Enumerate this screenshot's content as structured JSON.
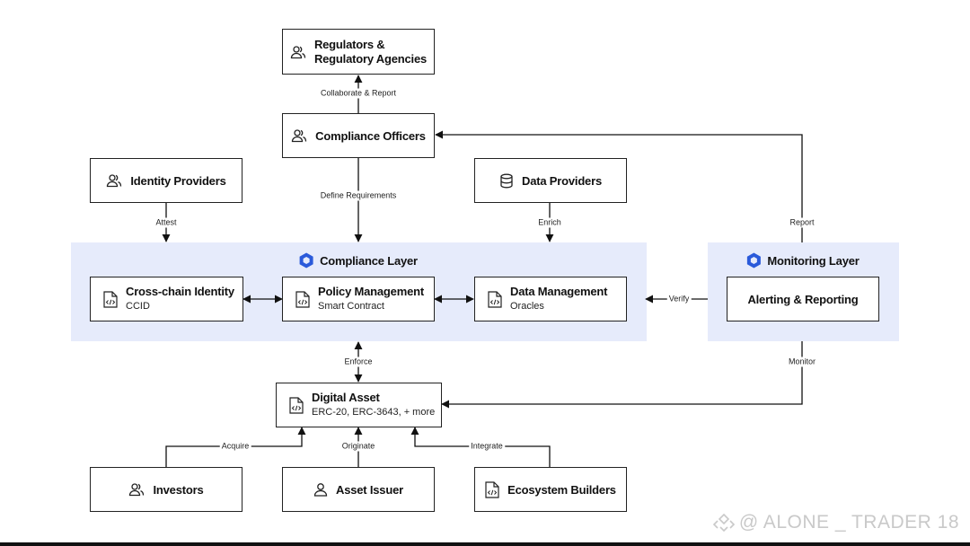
{
  "nodes": {
    "regulators": {
      "line1": "Regulators &",
      "line2": "Regulatory Agencies",
      "icon": "users-icon"
    },
    "compliance_officers": {
      "label": "Compliance Officers",
      "icon": "users-icon"
    },
    "identity_providers": {
      "label": "Identity Providers",
      "icon": "users-icon"
    },
    "data_providers": {
      "label": "Data Providers",
      "icon": "database-icon"
    },
    "cross_chain_identity": {
      "title": "Cross-chain Identity",
      "subtitle": "CCID",
      "icon": "code-file-icon"
    },
    "policy_management": {
      "title": "Policy Management",
      "subtitle": "Smart Contract",
      "icon": "code-file-icon"
    },
    "data_management": {
      "title": "Data Management",
      "subtitle": "Oracles",
      "icon": "code-file-icon"
    },
    "alerting_reporting": {
      "label": "Alerting & Reporting"
    },
    "digital_asset": {
      "title": "Digital Asset",
      "subtitle": "ERC-20, ERC-3643, + more",
      "icon": "code-file-icon"
    },
    "investors": {
      "label": "Investors",
      "icon": "users-icon"
    },
    "asset_issuer": {
      "label": "Asset Issuer",
      "icon": "user-icon"
    },
    "ecosystem_builders": {
      "label": "Ecosystem Builders",
      "icon": "code-file-icon"
    }
  },
  "layers": {
    "compliance": {
      "title": "Compliance Layer",
      "icon": "chainlink-hexagon-icon"
    },
    "monitoring": {
      "title": "Monitoring Layer",
      "icon": "chainlink-hexagon-icon"
    }
  },
  "edges": {
    "collaborate_report": "Collaborate & Report",
    "define_requirements": "Define Requirements",
    "attest": "Attest",
    "enrich": "Enrich",
    "report": "Report",
    "verify": "Verify",
    "enforce": "Enforce",
    "monitor": "Monitor",
    "acquire": "Acquire",
    "originate": "Originate",
    "integrate": "Integrate"
  },
  "watermark": {
    "text": "@ ALONE _ TRADER 18",
    "icon": "binance-diamond-icon"
  },
  "colors": {
    "layer_fill": "#e6ebfb",
    "accent_blue": "#2a5ada",
    "line": "#111111"
  }
}
